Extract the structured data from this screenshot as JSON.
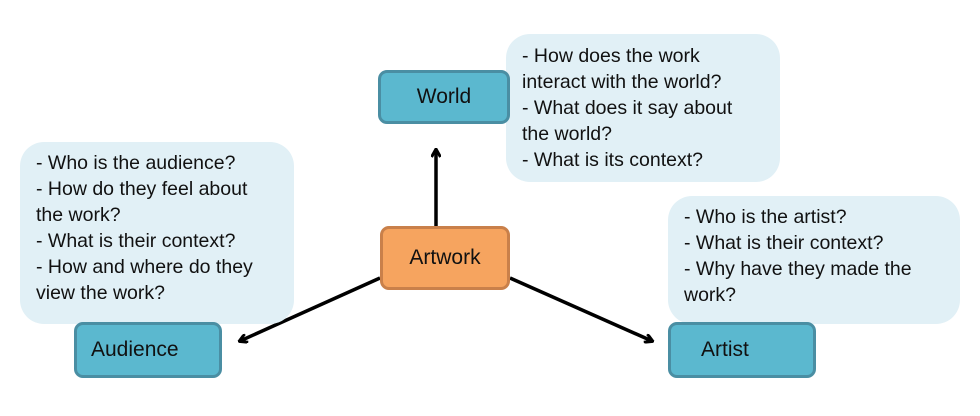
{
  "nodes": {
    "world": "World",
    "artwork": "Artwork",
    "audience": "Audience",
    "artist": "Artist"
  },
  "bubbles": {
    "world": [
      "- How does the work",
      "interact with the world?",
      "- What does it say about",
      "the world?",
      "- What is its context?"
    ],
    "audience": [
      "- Who is the audience?",
      "- How do they feel about",
      "the work?",
      "- What is their context?",
      "- How and where do they",
      "view the work?"
    ],
    "artist": [
      "- Who is the artist?",
      "- What is their context?",
      "- Why have they made the",
      "work?"
    ]
  },
  "colors": {
    "node_fill": "#5bb8cf",
    "node_border": "#4a8ea3",
    "center_fill": "#f6a45f",
    "center_border": "#c9804a",
    "bubble_fill": "#e1f0f6",
    "arrow": "#000000"
  }
}
